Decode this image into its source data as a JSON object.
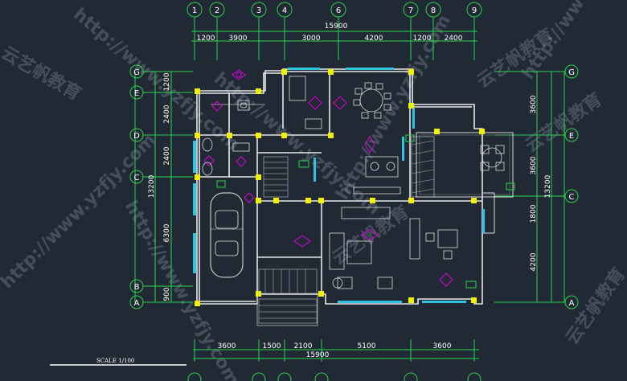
{
  "drawing": {
    "scale_label": "SCALE 1/100",
    "top_axes": [
      "1",
      "2",
      "3",
      "4",
      "6",
      "7",
      "8",
      "9"
    ],
    "left_axes": [
      "G",
      "E",
      "D",
      "C",
      "B",
      "A"
    ],
    "right_axes": [
      "G",
      "E",
      "C",
      "A"
    ],
    "top_total": "15900",
    "top_dims": [
      "1200",
      "3900",
      "3000",
      "4200",
      "1200",
      "2400"
    ],
    "bottom_total": "15900",
    "bottom_dims": [
      "3600",
      "1500",
      "2100",
      "5100",
      "3600"
    ],
    "left_dims": [
      "1200",
      "2400",
      "2400",
      "13200",
      "6300",
      "900"
    ],
    "right_dims": [
      "3600",
      "3600",
      "13200",
      "1800",
      "4200"
    ]
  },
  "watermark": {
    "url": "http://www.yzfjy.com",
    "brand": "云艺帆教育"
  },
  "colors": {
    "background": "#212a34",
    "axis_green": "#2bd14b",
    "column_yellow": "#f2f200",
    "glass_cyan": "#2dc4e0",
    "symbol_magenta": "#e000e0"
  }
}
